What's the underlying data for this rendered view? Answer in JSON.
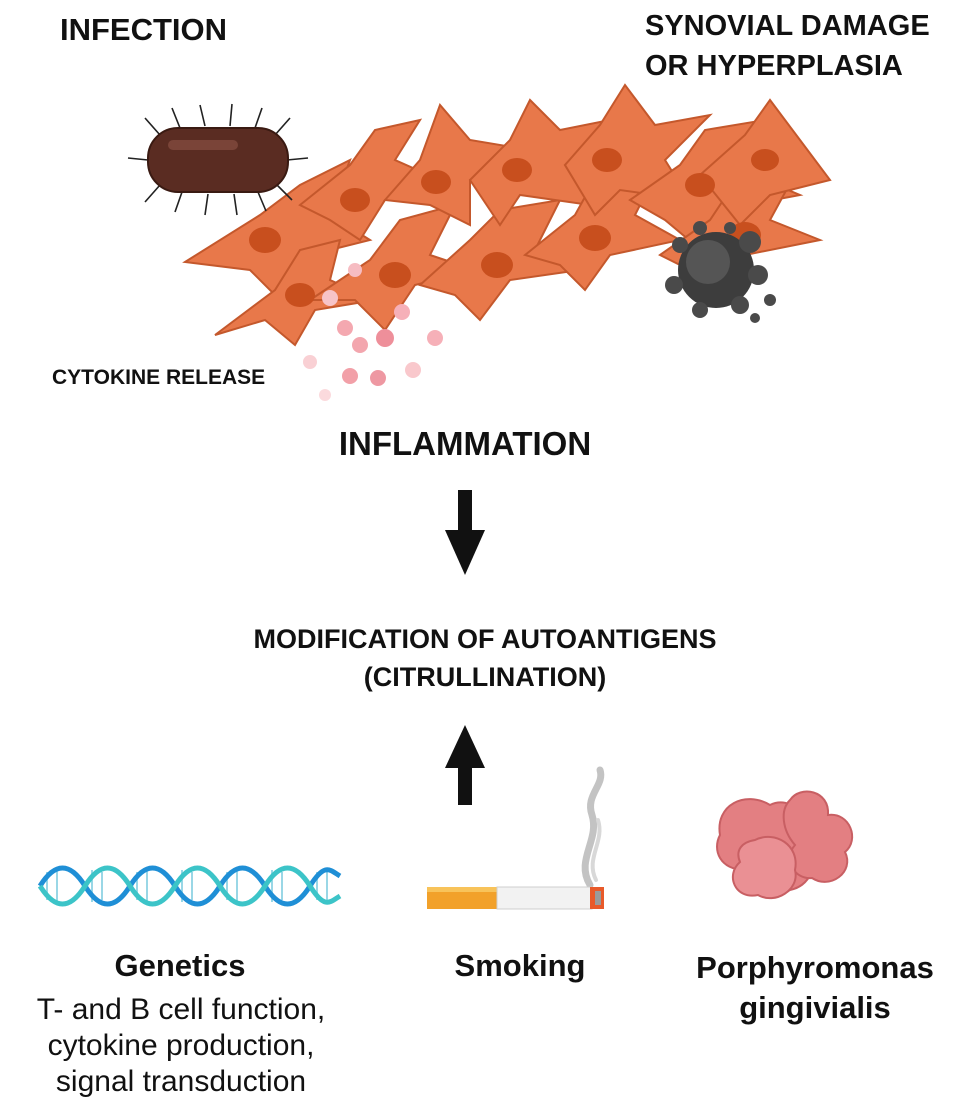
{
  "labels": {
    "infection": "INFECTION",
    "synovial_line1": "SYNOVIAL DAMAGE",
    "synovial_line2": "OR HYPERPLASIA",
    "cytokine_release": "CYTOKINE RELEASE",
    "inflammation": "INFLAMMATION",
    "modification_line1": "MODIFICATION OF AUTOANTIGENS",
    "modification_line2": "(CITRULLINATION)"
  },
  "factors": [
    {
      "title": "Genetics",
      "details": [
        "T- and B cell function,",
        "cytokine production,",
        "signal transduction"
      ]
    },
    {
      "title": "Smoking",
      "details": []
    },
    {
      "title_line1": "Porphyromonas",
      "title_line2": "gingivialis",
      "details": []
    }
  ],
  "colors": {
    "cell_fill": "#e8784a",
    "cell_stroke": "#c4582c",
    "nucleus": "#c84f1e",
    "bacterium": "#5a2c22",
    "apoptotic": "#4a4a4a",
    "cytokine": "#f2a0a8",
    "arrow": "#111111",
    "dna_blue": "#1f8fd6",
    "dna_teal": "#3cc4c8",
    "pg": "#e37f82"
  }
}
